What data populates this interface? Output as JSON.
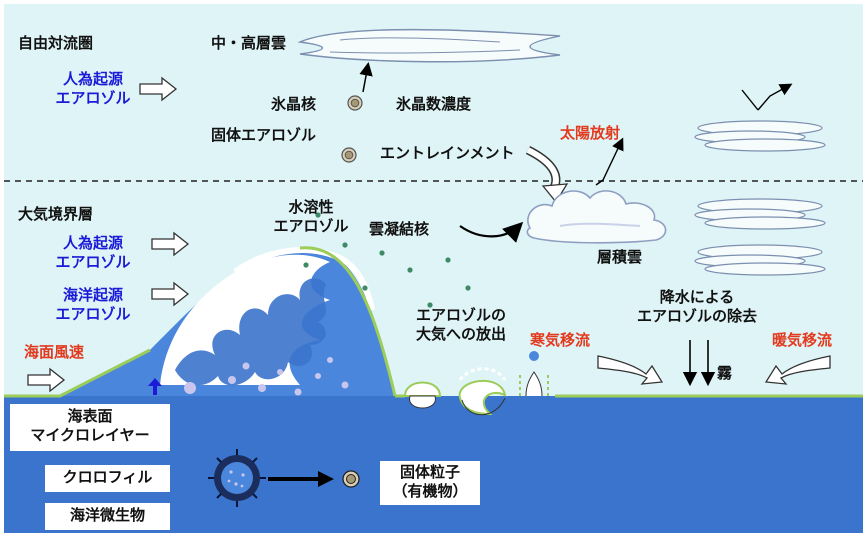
{
  "labels": {
    "free_troposphere": "自由対流圏",
    "boundary_layer": "大気境界層",
    "anthro_aerosol_upper_1": "人為起源",
    "anthro_aerosol_upper_2": "エアロゾル",
    "anthro_aerosol_lower_1": "人為起源",
    "anthro_aerosol_lower_2": "エアロゾル",
    "marine_aerosol_1": "海洋起源",
    "marine_aerosol_2": "エアロゾル",
    "sea_wind": "海面風速",
    "mid_high_cloud": "中・高層雲",
    "ice_nuclei": "氷晶核",
    "solid_aerosol": "固体エアロゾル",
    "ice_crystal_conc": "氷晶数濃度",
    "entrainment": "エントレインメント",
    "solar_radiation": "太陽放射",
    "water_soluble_1": "水溶性",
    "water_soluble_2": "エアロゾル",
    "ccn": "雲凝結核",
    "stratocumulus": "層積雲",
    "release_1": "エアロゾルの",
    "release_2": "大気への放出",
    "removal_1": "降水による",
    "removal_2": "エアロゾルの除去",
    "cold_advection": "寒気移流",
    "warm_advection": "暖気移流",
    "fog": "霧"
  },
  "ocean_boxes": {
    "microlayer_1": "海表面",
    "microlayer_2": "マイクロレイヤー",
    "chlorophyll": "クロロフィル",
    "microbes": "海洋微生物",
    "solid_particle_1": "固体粒子",
    "solid_particle_2": "（有機物）"
  },
  "colors": {
    "sky": "#dff4f6",
    "ocean": "#3b74cc",
    "wave_light": "#4a86dc",
    "surface_line": "#9ccc5a",
    "label_blue": "#1a1ad8",
    "label_red": "#e23a1e"
  },
  "icons": [
    "arrow-outline-icon",
    "cloud-icon",
    "particle-icon",
    "bubble-icon",
    "curved-arrow-icon",
    "diatom-icon"
  ]
}
